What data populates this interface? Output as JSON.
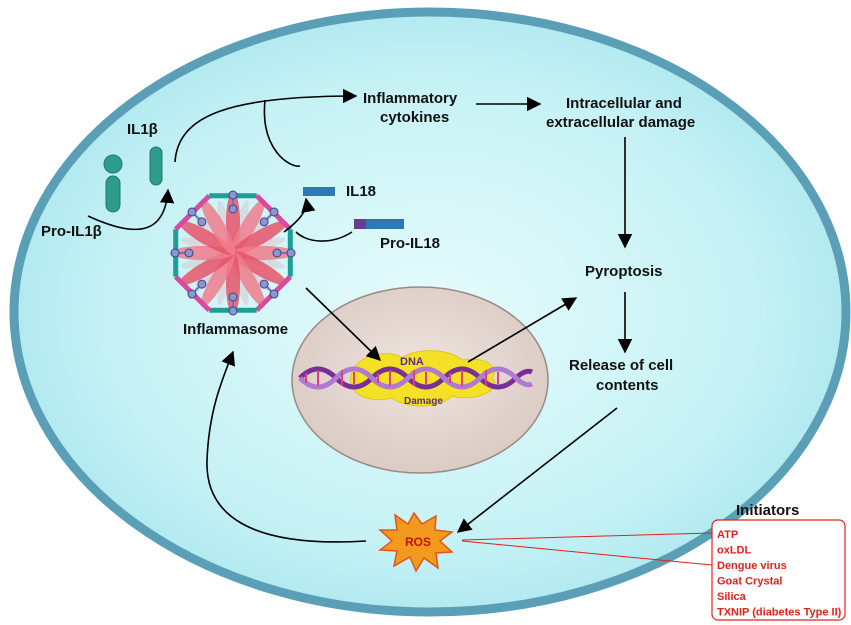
{
  "labels": {
    "il1b": "IL1β",
    "pro_il1b": "Pro-IL1β",
    "il18": "IL18",
    "pro_il18": "Pro-IL18",
    "inflammasome": "Inflammasome",
    "inflammatory_cytokines_l1": "Inflammatory",
    "inflammatory_cytokines_l2": "cytokines",
    "damage_l1": "Intracellular and",
    "damage_l2": "extracellular damage",
    "pyroptosis": "Pyroptosis",
    "release_l1": "Release of cell",
    "release_l2": "contents",
    "dna": "DNA",
    "dna_damage": "Damage",
    "ros": "ROS"
  },
  "initiators": {
    "title": "Initiators",
    "items": [
      "ATP",
      "oxLDL",
      "Dengue virus",
      "Goat Crystal",
      "Silica",
      "TXNIP (diabetes Type II)"
    ]
  },
  "colors": {
    "cell_fill": "#c8f4f6",
    "cell_border": "#5b9fb7",
    "nucleus_fill": "#e3d6d0",
    "inflammasome_petal": "#e8546a",
    "inflammasome_ring": "#1e9e96",
    "il_protein": "#2e9c8c",
    "il18_bar": "#2f78b6",
    "initiator_text": "#e0221c",
    "ros_burst": "#f39a1e"
  }
}
